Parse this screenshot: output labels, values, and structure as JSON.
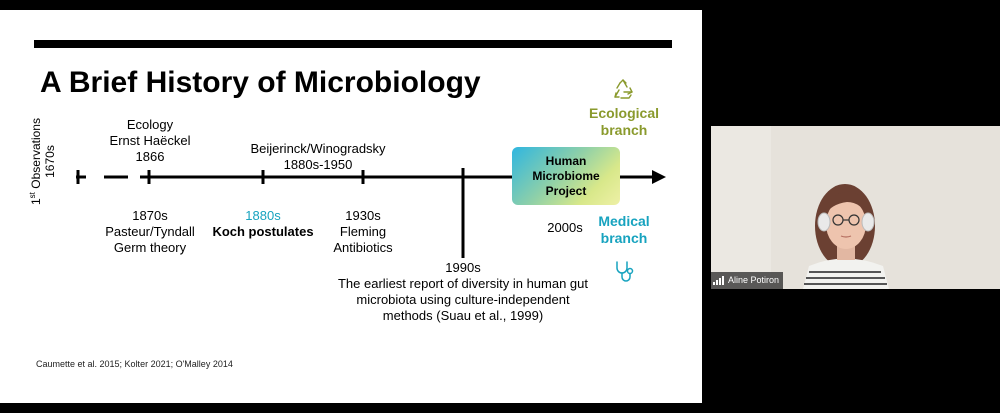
{
  "slide": {
    "title": "A Brief History of Microbiology",
    "first_obs": {
      "label": "Observations",
      "sup": "st",
      "num": "1",
      "year": "1670s"
    },
    "events_top": [
      {
        "line1": "Ecology",
        "line2": "Ernst Haëckel",
        "line3": "1866"
      },
      {
        "line1": "Beijerinck/Winogradsky",
        "line2": "1880s-1950"
      }
    ],
    "events_bottom": [
      {
        "line1": "1870s",
        "line2": "Pasteur/Tyndall",
        "line3": "Germ theory"
      },
      {
        "line1": "1880s",
        "line2": "Koch postulates"
      },
      {
        "line1": "1930s",
        "line2": "Fleming",
        "line3": "Antibiotics"
      }
    ],
    "event_1990s": {
      "year": "1990s",
      "line1": "The earliest report of diversity in human gut",
      "line2": "microbiota using culture-independent",
      "line3": "methods (Suau et al., 1999)"
    },
    "hmp": {
      "line1": "Human",
      "line2": "Microbiome",
      "line3": "Project"
    },
    "hmp_year": "2000s",
    "ecological": {
      "line1": "Ecological",
      "line2": "branch"
    },
    "medical": {
      "line1": "Medical",
      "line2": "branch"
    },
    "citation": "Caumette et al. 2015; Kolter 2021; O'Malley 2014"
  },
  "video": {
    "participant_name": "Aline Potiron"
  },
  "colors": {
    "teal": "#17a3bf",
    "olive": "#8a9a2d"
  },
  "icons": [
    "recycle-icon",
    "stethoscope-icon",
    "signal-bars-icon"
  ]
}
